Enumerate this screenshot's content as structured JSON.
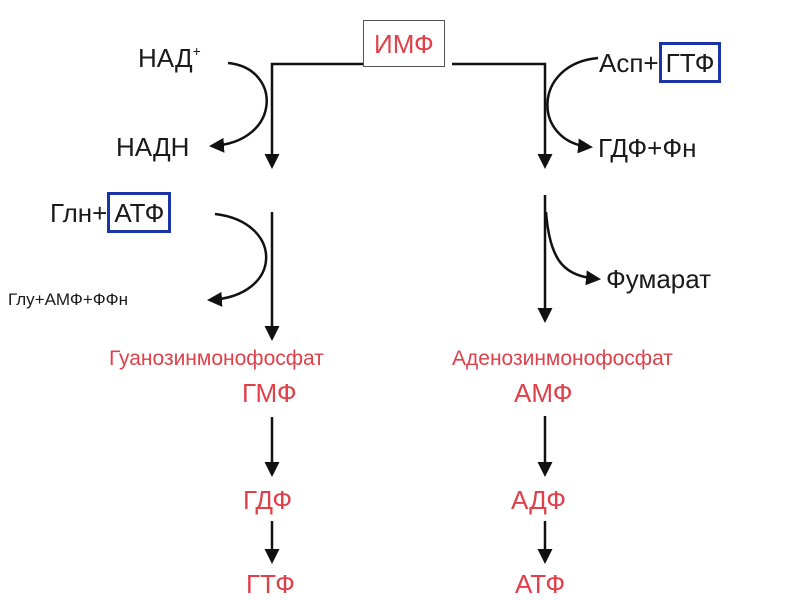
{
  "start": {
    "imp": "ИМФ"
  },
  "left_branch": {
    "nad": "НАД",
    "nad_sup": "+",
    "nadh": "НАДН",
    "gln_prefix": "Глн+",
    "atp_boxed": "АТФ",
    "glu_products": "Глу+АМФ+ФФн",
    "product_fullname": "Гуанозинмонофосфат",
    "gmp": "ГМФ",
    "gdp": "ГДФ",
    "gtp": "ГТФ"
  },
  "right_branch": {
    "asp_prefix": "Асп+",
    "gtp_boxed": "ГТФ",
    "gdp_pn": "ГДФ+Фн",
    "fumarate": "Фумарат",
    "product_fullname": "Аденозинмонофосфат",
    "amp": "АМФ",
    "adp": "АДФ",
    "atp": "АТФ"
  },
  "colors": {
    "product_text": "#e0404a",
    "reagent_text": "#1a1a1a",
    "highlight_box": "#1b34a8",
    "arrows": "#111111"
  }
}
